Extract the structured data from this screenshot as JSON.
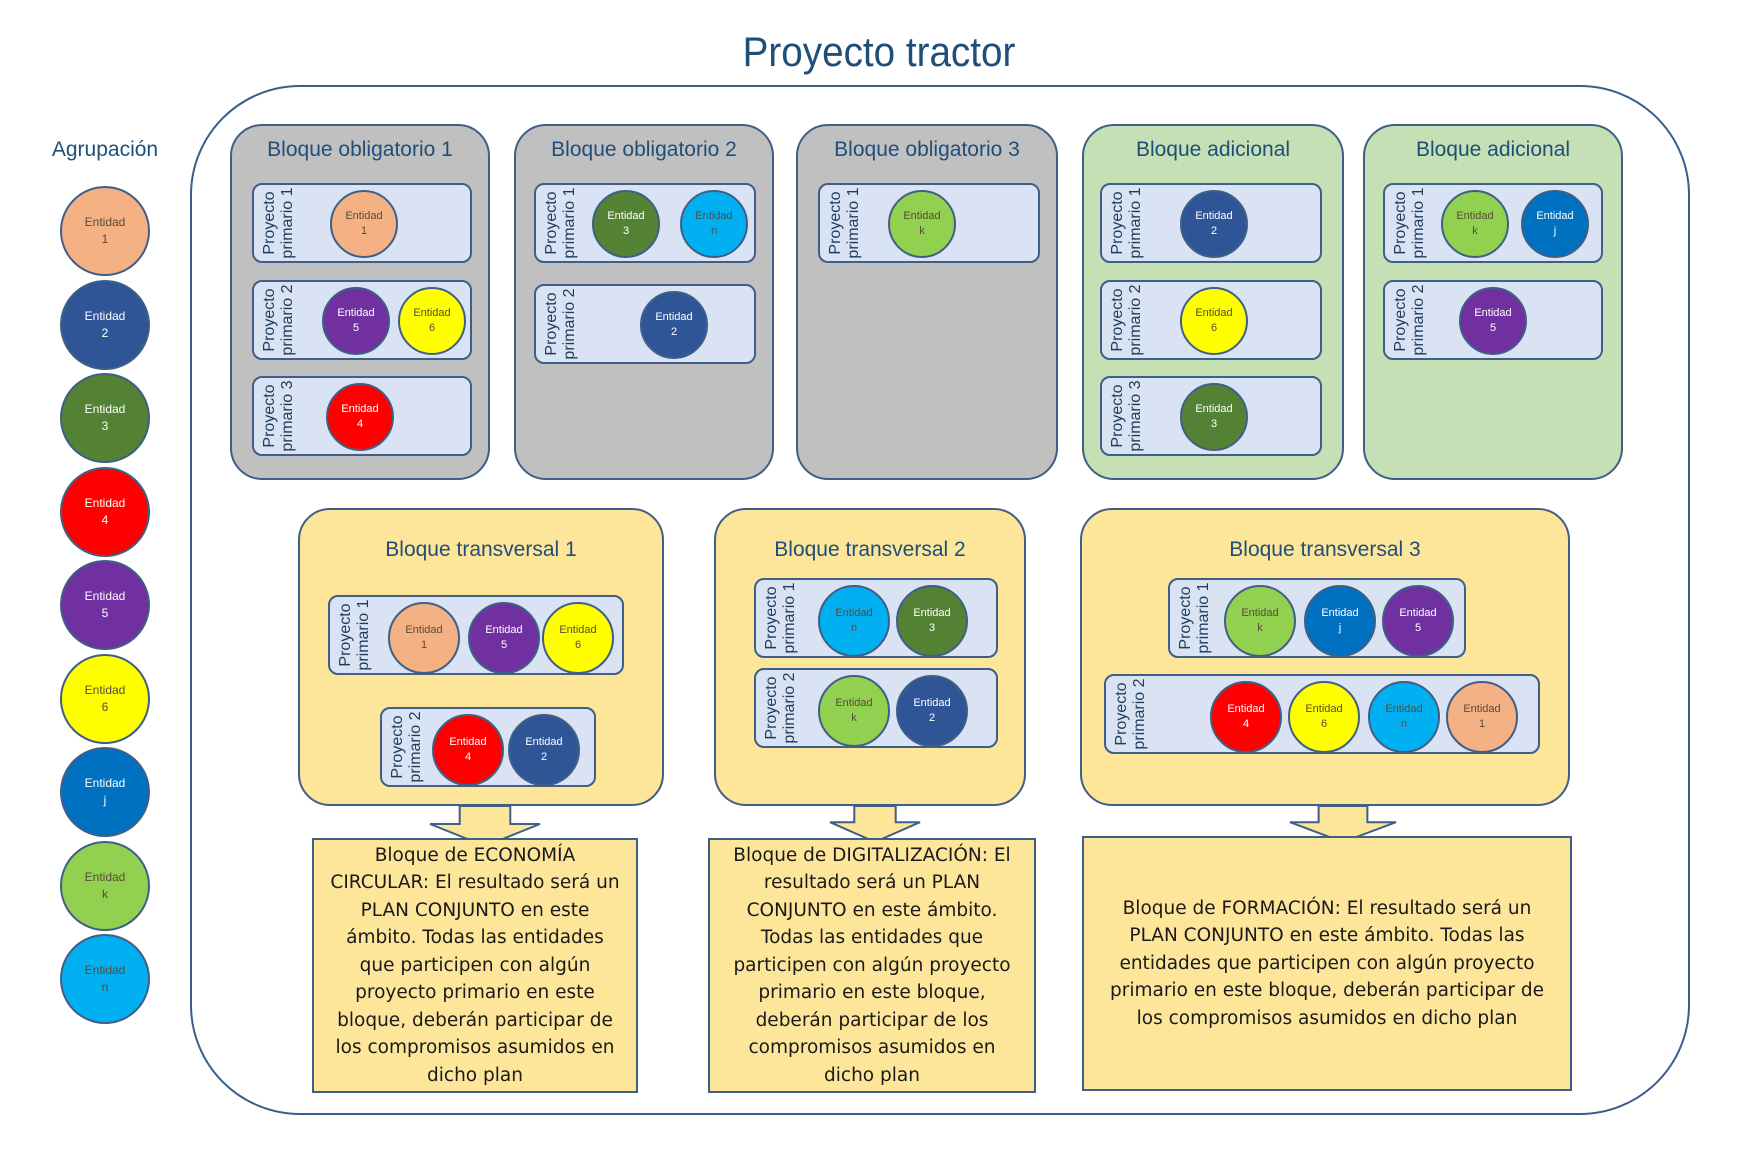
{
  "title": "Proyecto tractor",
  "legend": {
    "title": "Agrupación",
    "items": [
      {
        "label": "Entidad",
        "id": "1",
        "color": "#f4b183"
      },
      {
        "label": "Entidad",
        "id": "2",
        "color": "#2f5597"
      },
      {
        "label": "Entidad",
        "id": "3",
        "color": "#548235"
      },
      {
        "label": "Entidad",
        "id": "4",
        "color": "#ff0000"
      },
      {
        "label": "Entidad",
        "id": "5",
        "color": "#7030a0"
      },
      {
        "label": "Entidad",
        "id": "6",
        "color": "#ffff00"
      },
      {
        "label": "Entidad",
        "id": "j",
        "color": "#0070c0"
      },
      {
        "label": "Entidad",
        "id": "k",
        "color": "#92d050"
      },
      {
        "label": "Entidad",
        "id": "n",
        "color": "#00b0f0"
      }
    ]
  },
  "blocks": [
    {
      "title": "Bloque obligatorio 1",
      "style": "grey",
      "rows": [
        {
          "label": "Proyecto primario 1",
          "entities": [
            "1"
          ]
        },
        {
          "label": "Proyecto primario 2",
          "entities": [
            "5",
            "6"
          ]
        },
        {
          "label": "Proyecto primario 3",
          "entities": [
            "4"
          ]
        }
      ]
    },
    {
      "title": "Bloque obligatorio 2",
      "style": "grey",
      "rows": [
        {
          "label": "Proyecto primario 1",
          "entities": [
            "3",
            "n"
          ]
        },
        {
          "label": "Proyecto primario 2",
          "entities": [
            "2"
          ]
        }
      ]
    },
    {
      "title": "Bloque obligatorio 3",
      "style": "grey",
      "rows": [
        {
          "label": "Proyecto primario 1",
          "entities": [
            "k"
          ]
        }
      ]
    },
    {
      "title": "Bloque adicional",
      "style": "green",
      "rows": [
        {
          "label": "Proyecto primario 1",
          "entities": [
            "2"
          ]
        },
        {
          "label": "Proyecto primario 2",
          "entities": [
            "6"
          ]
        },
        {
          "label": "Proyecto primario 3",
          "entities": [
            "3"
          ]
        }
      ]
    },
    {
      "title": "Bloque adicional",
      "style": "green",
      "rows": [
        {
          "label": "Proyecto primario 1",
          "entities": [
            "k",
            "j"
          ]
        },
        {
          "label": "Proyecto primario 2",
          "entities": [
            "5"
          ]
        }
      ]
    },
    {
      "title": "Bloque transversal 1",
      "style": "yellow",
      "rows": [
        {
          "label": "Proyecto primario 1",
          "entities": [
            "1",
            "5",
            "6"
          ]
        },
        {
          "label": "Proyecto primario 2",
          "entities": [
            "4",
            "2"
          ]
        }
      ]
    },
    {
      "title": "Bloque transversal 2",
      "style": "yellow",
      "rows": [
        {
          "label": "Proyecto primario 1",
          "entities": [
            "n",
            "3"
          ]
        },
        {
          "label": "Proyecto primario 2",
          "entities": [
            "k",
            "2"
          ]
        }
      ]
    },
    {
      "title": "Bloque transversal 3",
      "style": "yellow",
      "rows": [
        {
          "label": "Proyecto primario 1",
          "entities": [
            "k",
            "j",
            "5"
          ]
        },
        {
          "label": "Proyecto primario 2",
          "entities": [
            "4",
            "6",
            "n",
            "1"
          ]
        }
      ]
    }
  ],
  "results": [
    {
      "lines": [
        "Bloque de ECONOMÍA",
        "CIRCULAR: El resultado será un",
        "PLAN CONJUNTO en este",
        "ámbito. Todas las entidades",
        "que participen con algún",
        "proyecto primario en este",
        "bloque, deberán participar de",
        "los compromisos asumidos en",
        "dicho plan"
      ]
    },
    {
      "lines": [
        "Bloque de DIGITALIZACIÓN: El",
        "resultado será un PLAN",
        "CONJUNTO en este ámbito.",
        "Todas las entidades que",
        "participen con algún proyecto",
        "primario en este bloque,",
        "deberán participar de los",
        "compromisos asumidos en",
        "dicho plan"
      ]
    },
    {
      "lines": [
        "Bloque de FORMACIÓN: El resultado será un",
        "PLAN CONJUNTO en este ámbito. Todas las",
        "entidades que participen con algún proyecto",
        "primario en este bloque, deberán participar de",
        "los compromisos asumidos en dicho plan"
      ]
    }
  ]
}
